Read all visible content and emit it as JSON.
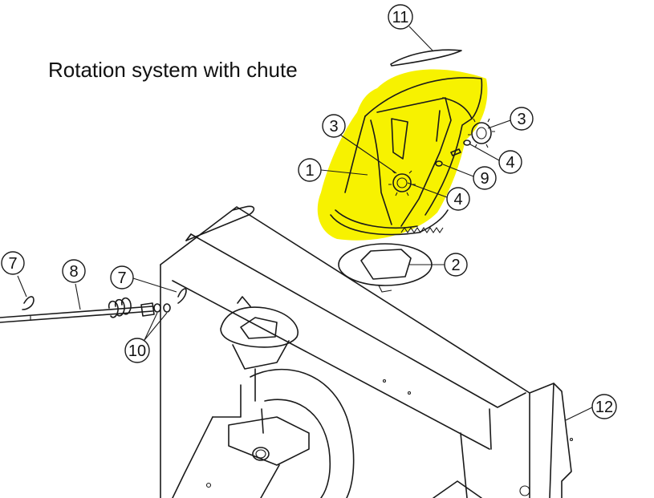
{
  "title": "Rotation system with chute",
  "highlight_color": "#f7f200",
  "callouts": [
    {
      "id": "c11",
      "label": "11"
    },
    {
      "id": "c3a",
      "label": "3"
    },
    {
      "id": "c3b",
      "label": "3"
    },
    {
      "id": "c1",
      "label": "1"
    },
    {
      "id": "c4a",
      "label": "4"
    },
    {
      "id": "c9",
      "label": "9"
    },
    {
      "id": "c4b",
      "label": "4"
    },
    {
      "id": "c2",
      "label": "2"
    },
    {
      "id": "c7a",
      "label": "7"
    },
    {
      "id": "c8",
      "label": "8"
    },
    {
      "id": "c7b",
      "label": "7"
    },
    {
      "id": "c10",
      "label": "10"
    },
    {
      "id": "c12",
      "label": "12"
    }
  ]
}
